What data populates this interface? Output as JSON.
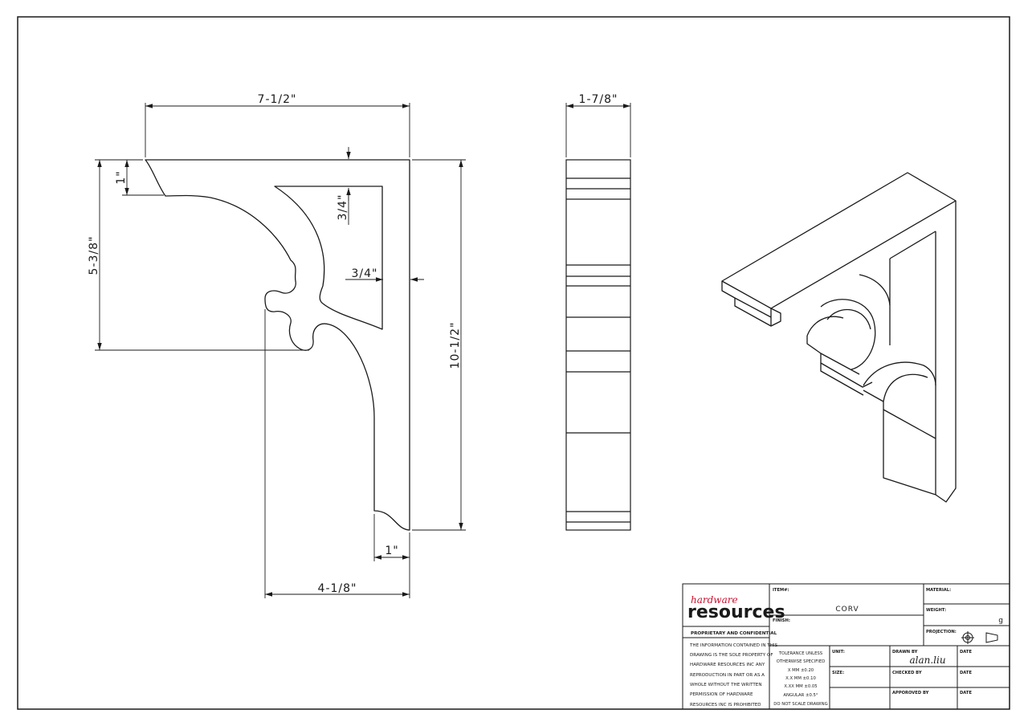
{
  "dimensions": {
    "top_width": "7-1/2\"",
    "depth": "1-7/8\"",
    "top_offset": "1\"",
    "inner_height": "5-3/8\"",
    "frame_thickness_v": "3/4\"",
    "frame_thickness_h": "3/4\"",
    "total_height": "10-1/2\"",
    "bottom_offset": "1\"",
    "bottom_width": "4-1/8\""
  },
  "title_block": {
    "logo_top": "hardware",
    "logo_main": "resources",
    "proprietary_heading": "PROPRIETARY AND CONFIDENTIAL",
    "proprietary_lines": [
      "THE INFORMATION CONTAINED IN THIS",
      "DRAWING IS THE SOLE PROPERTY OF",
      "HARDWARE RESOURCES INC  ANY",
      "REPRODUCTION IN PART OR AS A",
      "WHOLE  WITHOUT THE WRITTEN",
      "PERMISSION OF HARDWARE",
      "RESOURCES INC  IS PROHIBITED"
    ],
    "item_label": "ITEM#:",
    "item_value": "CORV",
    "finish_label": "FINISH:",
    "material_label": "MATERIAL:",
    "weight_label": "WEIGHT:",
    "weight_value": "g",
    "projection_label": "PROJECTION:",
    "tolerance_lines": [
      "TOLERANCE UNLESS",
      "OTHERWISE SPECIFIED",
      "X   MM   ±0.20",
      "X.X   MM   ±0.10",
      "X.XX   MM   ±0.05",
      "ANGULAR   ±0.5°",
      "DO NOT SCALE DRAWING"
    ],
    "unit_label": "UNIT:",
    "size_label": "SIZE:",
    "drawn_by_label": "DRAWN BY",
    "drawn_by_value": "alan.liu",
    "checked_by_label": "CHECKED BY",
    "approved_by_label": "APPOROVED BY",
    "date_label": "DATE"
  }
}
